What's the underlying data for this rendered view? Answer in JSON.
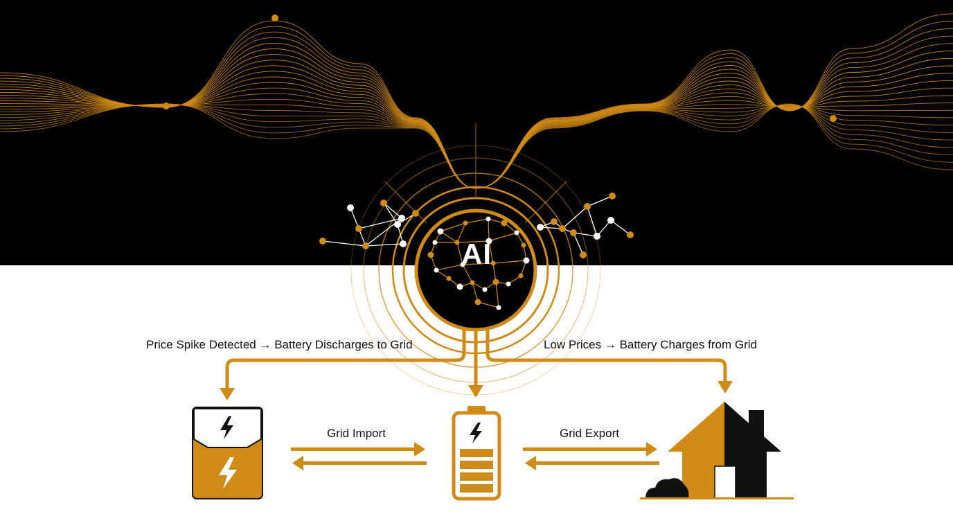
{
  "core": {
    "label": "AI"
  },
  "annotations": {
    "left_flow": "Price Spike Detected → Battery Discharges to Grid",
    "right_flow": "Low Prices → Battery Charges from Grid"
  },
  "links": {
    "grid_import": "Grid Import",
    "grid_export": "Grid Export"
  },
  "nodes": {
    "left": {
      "icon": "grid-battery-icon"
    },
    "center": {
      "icon": "battery-icon"
    },
    "right": {
      "icon": "house-icon"
    }
  },
  "colors": {
    "accent": "#d08a16",
    "background_top": "#000000",
    "background_bottom": "#ffffff",
    "node_white": "#ffffff"
  }
}
